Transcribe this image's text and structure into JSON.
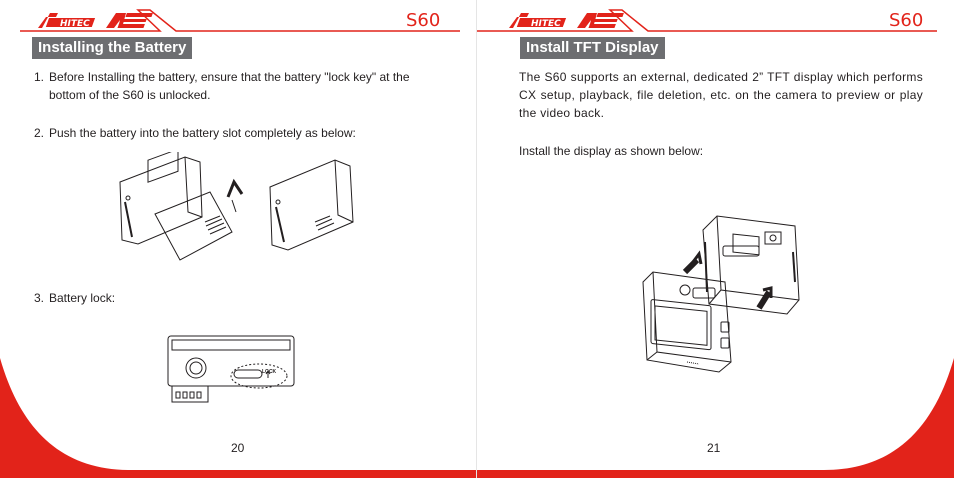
{
  "brand": "HITEC ACE",
  "colors": {
    "accent_red": "#e2231a",
    "title_bar_gray": "#6d6e71",
    "text": "#231f20"
  },
  "left_page": {
    "model": "S60",
    "section_title": "Installing the Battery",
    "steps": [
      {
        "num": "1.",
        "text": "Before Installing the battery, ensure that the battery \"lock key\" at the bottom of the S60 is unlocked."
      },
      {
        "num": "2.",
        "text": "Push the battery into the battery slot completely as below:"
      },
      {
        "num": "3.",
        "text": "Battery lock:"
      }
    ],
    "lock_label": "LOCK",
    "page_number": "20"
  },
  "right_page": {
    "model": "S60",
    "section_title": "Install TFT Display",
    "paragraph1": "The S60 supports an external, dedicated 2” TFT display which performs CX setup, playback, file deletion, etc. on the camera to preview or play the video back.",
    "paragraph2": "Install the display as shown below:",
    "page_number": "21"
  }
}
